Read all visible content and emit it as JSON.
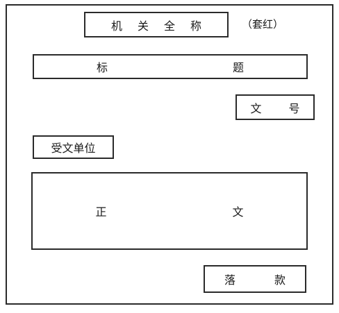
{
  "header": {
    "agency_name": [
      "机",
      "关",
      "全",
      "称"
    ],
    "red_note": "（套红）"
  },
  "title_row": {
    "chars": [
      "标",
      "题"
    ]
  },
  "doc_number": {
    "chars": [
      "文",
      "号"
    ]
  },
  "recipient": {
    "label": "受文单位"
  },
  "body": {
    "chars": [
      "正",
      "文"
    ]
  },
  "signature": {
    "chars": [
      "落",
      "款"
    ]
  }
}
